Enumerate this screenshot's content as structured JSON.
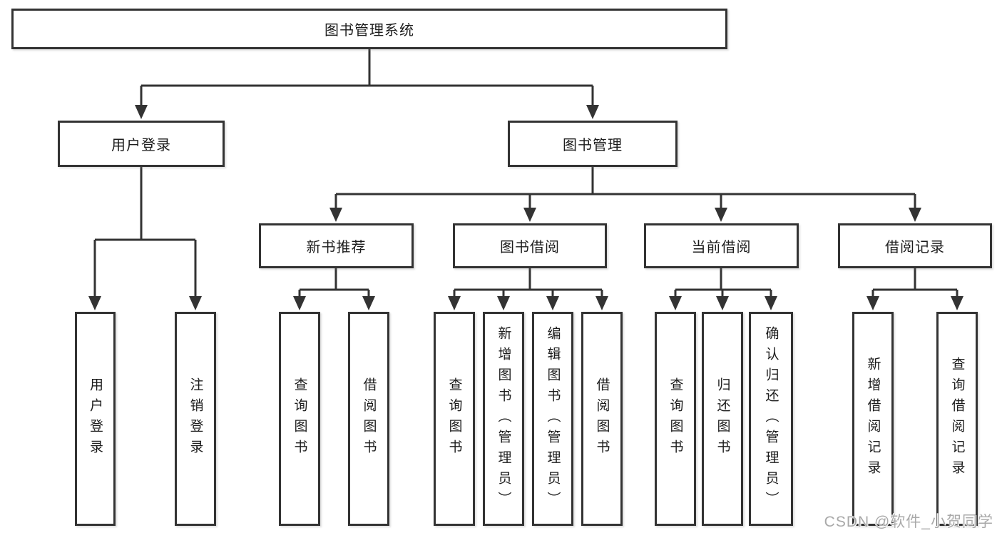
{
  "diagram": {
    "title": "图书管理系统",
    "level2": {
      "user_login": "用户登录",
      "book_management": "图书管理"
    },
    "level3": {
      "new_book_recommend": "新书推荐",
      "book_borrow": "图书借阅",
      "current_borrow": "当前借阅",
      "borrow_record": "借阅记录"
    },
    "leaves": {
      "user_login": "用户登录",
      "logout": "注销登录",
      "query_books_recommend": "查询图书",
      "borrow_books_recommend": "借阅图书",
      "query_books_borrow": "查询图书",
      "add_books_admin": "新增图书（管理员）",
      "edit_books_admin": "编辑图书（管理员）",
      "borrow_books": "借阅图书",
      "query_books_current": "查询图书",
      "return_books": "归还图书",
      "confirm_return_admin": "确认归还（管理员）",
      "add_borrow_record": "新增借阅记录",
      "query_borrow_record": "查询借阅记录"
    }
  },
  "watermark": "CSDN @软件_小贺同学",
  "colors": {
    "line": "#333333",
    "text": "#1c1c1c",
    "watermark": "#a9a9a9",
    "background": "#ffffff"
  }
}
